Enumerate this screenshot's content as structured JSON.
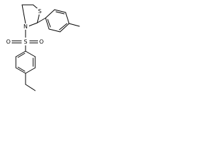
{
  "molecule": {
    "atoms": {
      "sulfur_ring": "S",
      "nitrogen": "N",
      "sulfur_sulfonyl": "S",
      "oxygen_left": "O",
      "oxygen_right": "O"
    }
  }
}
